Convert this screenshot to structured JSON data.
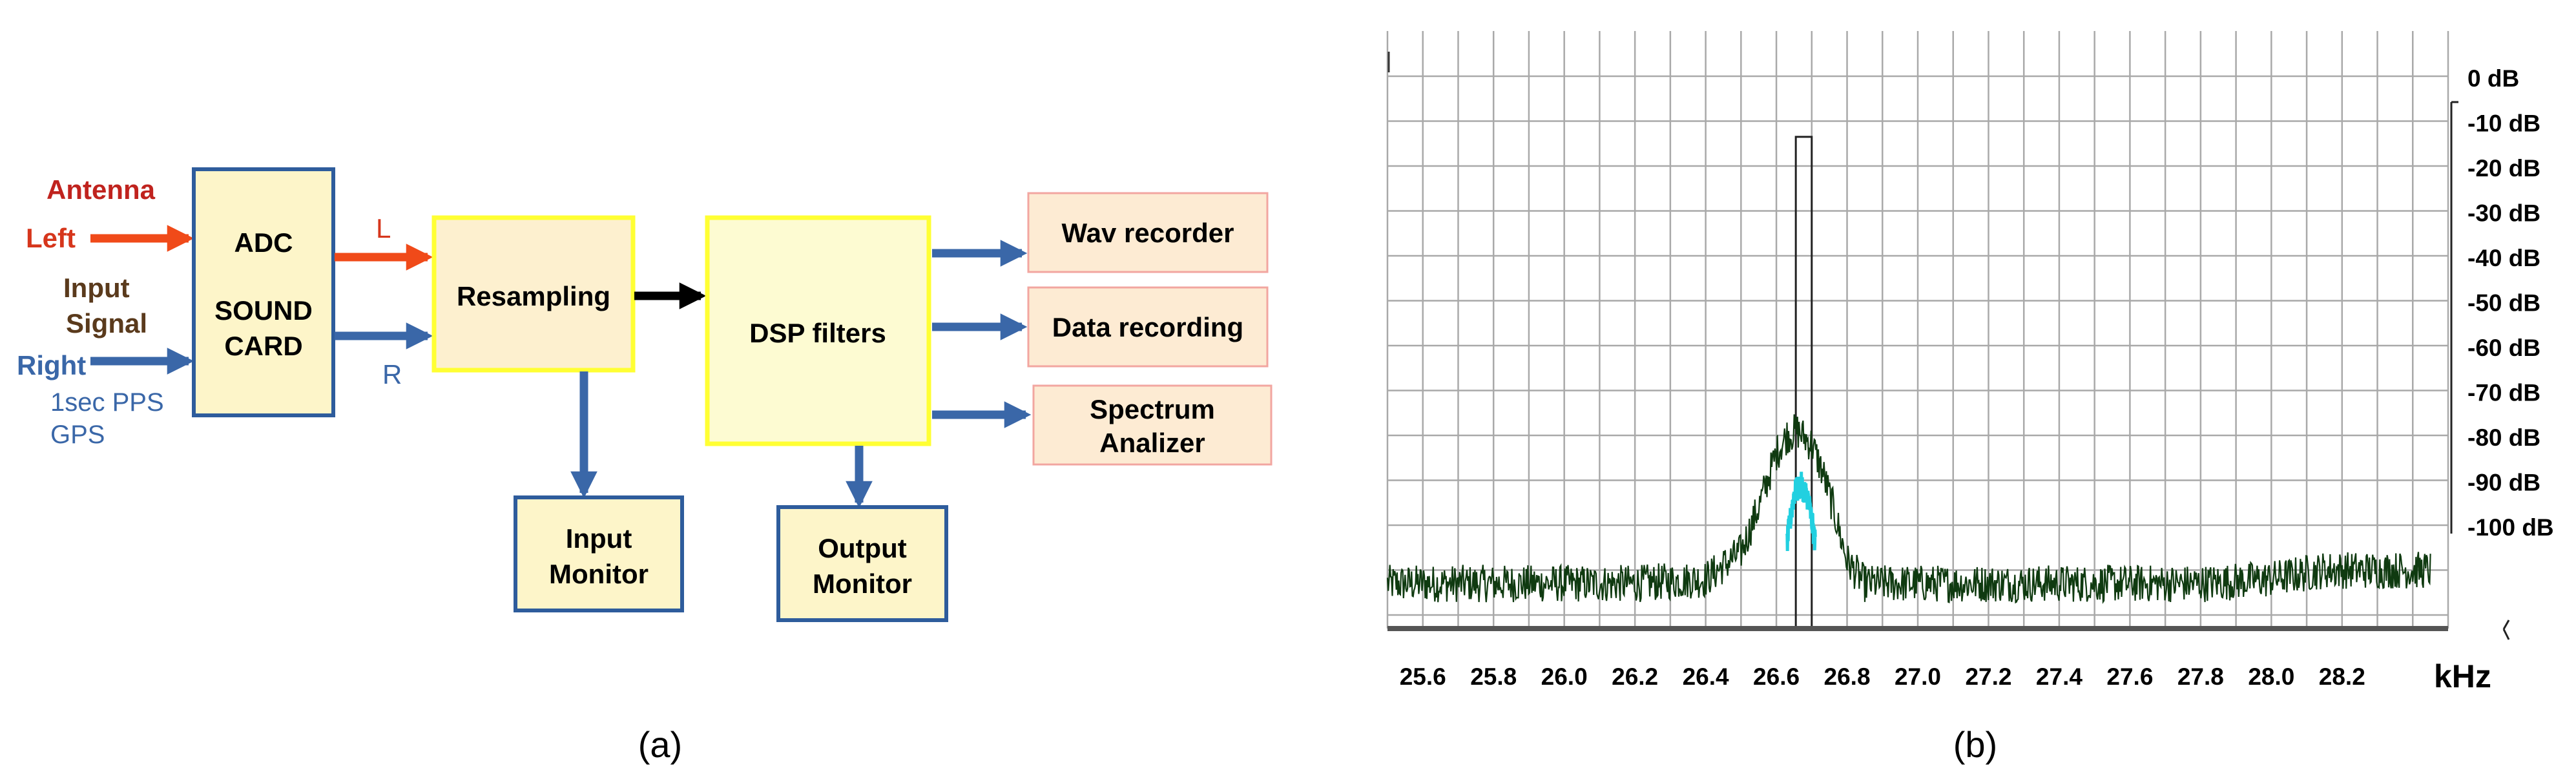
{
  "panel_a": {
    "input_labels": {
      "antenna": "Antenna",
      "left": "Left",
      "input_signal_line1": "Input",
      "input_signal_line2": "Signal",
      "right": "Right",
      "pps_line1": "1sec PPS",
      "pps_line2": "GPS"
    },
    "channel_labels": {
      "l": "L",
      "r": "R"
    },
    "blocks": {
      "adc_line1": "ADC",
      "adc_line2": "SOUND",
      "adc_line3": "CARD",
      "resampling": "Resampling",
      "dsp_filters": "DSP filters",
      "input_monitor_line1": "Input",
      "input_monitor_line2": "Monitor",
      "output_monitor_line1": "Output",
      "output_monitor_line2": "Monitor",
      "wav_recorder": "Wav recorder",
      "data_recording": "Data recording",
      "spectrum_line1": "Spectrum",
      "spectrum_line2": "Analizer"
    },
    "colors": {
      "left_arrow": "#f04a19",
      "right_arrow": "#3a67a8",
      "antenna_text": "#c0231e",
      "left_text": "#d6361c",
      "input_signal_text": "#5a3a1c",
      "right_text": "#3a67a8",
      "main_block_border": "#ffff33",
      "main_block_fill": "#fdf5c9",
      "monitor_border": "#2e5c9c",
      "output_block_border": "#f2a6a0",
      "output_block_fill": "#fdebd3"
    },
    "caption": "(a)"
  },
  "panel_b": {
    "caption": "(b)",
    "chart_data": {
      "type": "line",
      "xlabel": "kHz",
      "x_ticks": [
        "25.6",
        "25.8",
        "26.0",
        "26.2",
        "26.4",
        "26.6",
        "26.8",
        "27.0",
        "27.2",
        "27.4",
        "27.6",
        "27.8",
        "28.0",
        "28.2"
      ],
      "y_ticks": [
        "0 dB",
        "-10 dB",
        "-20 dB",
        "-30 dB",
        "-40 dB",
        "-50 dB",
        "-60 dB",
        "-70 dB",
        "-80 dB",
        "-90 dB",
        "-100 dB"
      ],
      "xlim": [
        25.5,
        28.5
      ],
      "ylim": [
        -125,
        0
      ],
      "grid": true,
      "filter_passband": {
        "x_start": 26.655,
        "x_end": 26.7,
        "top_db": -13.5
      },
      "series": [
        {
          "color": "#0f3a10",
          "x": [
            25.5,
            25.6,
            25.8,
            26.0,
            26.2,
            26.4,
            26.5,
            26.55,
            26.6,
            26.63,
            26.66,
            26.7,
            26.73,
            26.76,
            26.8,
            26.85,
            27.0,
            27.2,
            27.4,
            27.6,
            27.8,
            28.0,
            28.15,
            28.2,
            28.3,
            28.45
          ],
          "y": [
            -113,
            -113,
            -113,
            -113,
            -113,
            -112,
            -106,
            -96,
            -84,
            -80,
            -79,
            -82,
            -88,
            -96,
            -108,
            -113,
            -113,
            -113,
            -113,
            -113,
            -113,
            -112,
            -110,
            -110,
            -110,
            -110
          ]
        },
        {
          "color": "#22d0e0",
          "x": [
            26.63,
            26.65,
            26.67,
            26.69,
            26.71
          ],
          "y": [
            -104,
            -93,
            -91,
            -94,
            -104
          ]
        }
      ]
    }
  }
}
